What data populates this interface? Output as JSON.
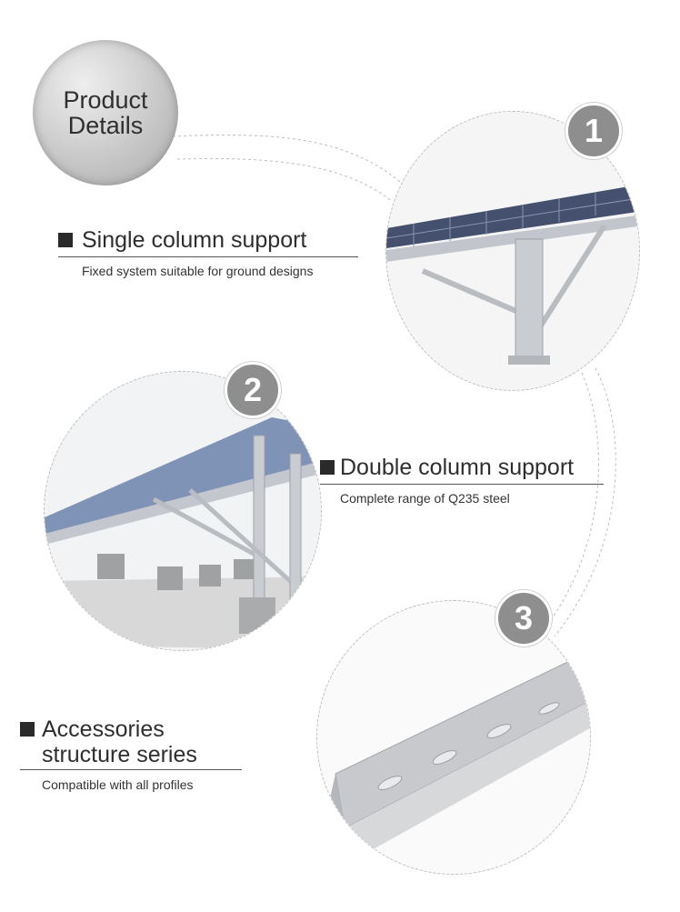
{
  "title": {
    "line1": "Product",
    "line2": "Details"
  },
  "sections": [
    {
      "number": "1",
      "heading": "Single column support",
      "subtitle": "Fixed system suitable for ground designs"
    },
    {
      "number": "2",
      "heading": "Double column support",
      "subtitle": "Complete range of Q235 steel"
    },
    {
      "number": "3",
      "heading_line1": "Accessories",
      "heading_line2": "structure series",
      "subtitle": "Compatible with all profiles"
    }
  ],
  "colors": {
    "badge": "#8e8e8e",
    "text": "#2e2e2e",
    "square": "#2a2a2a"
  }
}
